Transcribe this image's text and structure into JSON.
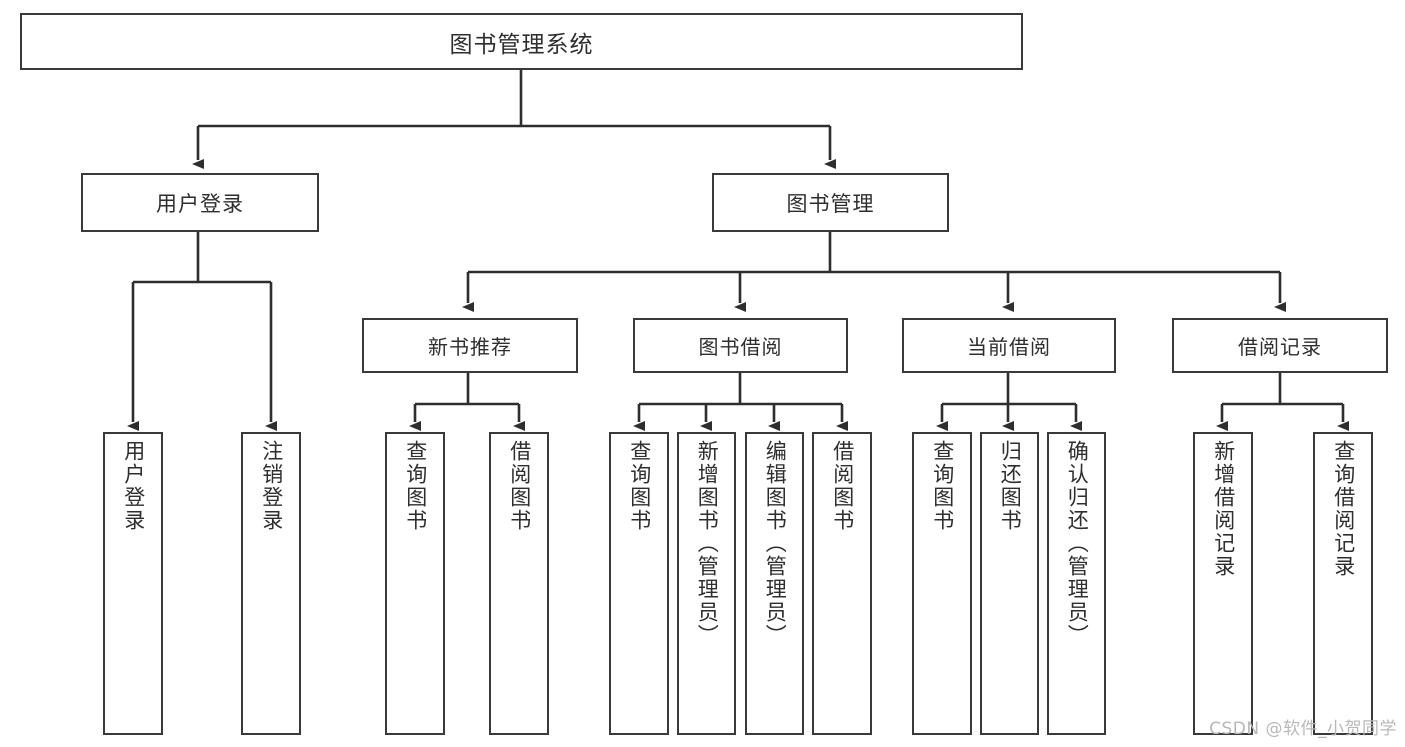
{
  "diagram": {
    "title": "图书管理系统",
    "type": "功能结构图",
    "background_color": "#ffffff",
    "box_border_color": "#3a3a3a",
    "text_color": "#2e2e2e",
    "root": {
      "id": "root",
      "label": "图书管理系统"
    },
    "level1": [
      {
        "id": "user-login",
        "label": "用户登录"
      },
      {
        "id": "book-manage",
        "label": "图书管理"
      }
    ],
    "level2": [
      {
        "id": "new-book-rec",
        "label": "新书推荐"
      },
      {
        "id": "book-borrow",
        "label": "图书借阅"
      },
      {
        "id": "current-borrow",
        "label": "当前借阅"
      },
      {
        "id": "borrow-record",
        "label": "借阅记录"
      }
    ],
    "leaves": {
      "user_login": [
        {
          "id": "leaf-user-login",
          "label": "用户登录"
        },
        {
          "id": "leaf-logout",
          "label": "注销登录"
        }
      ],
      "new_book_rec": [
        {
          "id": "leaf-query-book-1",
          "label": "查询图书"
        },
        {
          "id": "leaf-borrow-book-1",
          "label": "借阅图书"
        }
      ],
      "book_borrow": [
        {
          "id": "leaf-query-book-2",
          "label": "查询图书"
        },
        {
          "id": "leaf-add-book",
          "label": "新增图书（管理员）"
        },
        {
          "id": "leaf-edit-book",
          "label": "编辑图书（管理员）"
        },
        {
          "id": "leaf-borrow-book-2",
          "label": "借阅图书"
        }
      ],
      "current_borrow": [
        {
          "id": "leaf-query-book-3",
          "label": "查询图书"
        },
        {
          "id": "leaf-return-book",
          "label": "归还图书"
        },
        {
          "id": "leaf-confirm-return",
          "label": "确认归还（管理员）"
        }
      ],
      "borrow_record": [
        {
          "id": "leaf-add-record",
          "label": "新增借阅记录"
        },
        {
          "id": "leaf-query-record",
          "label": "查询借阅记录"
        }
      ]
    }
  },
  "watermark": {
    "text": "CSDN @软件_小贺同学"
  }
}
